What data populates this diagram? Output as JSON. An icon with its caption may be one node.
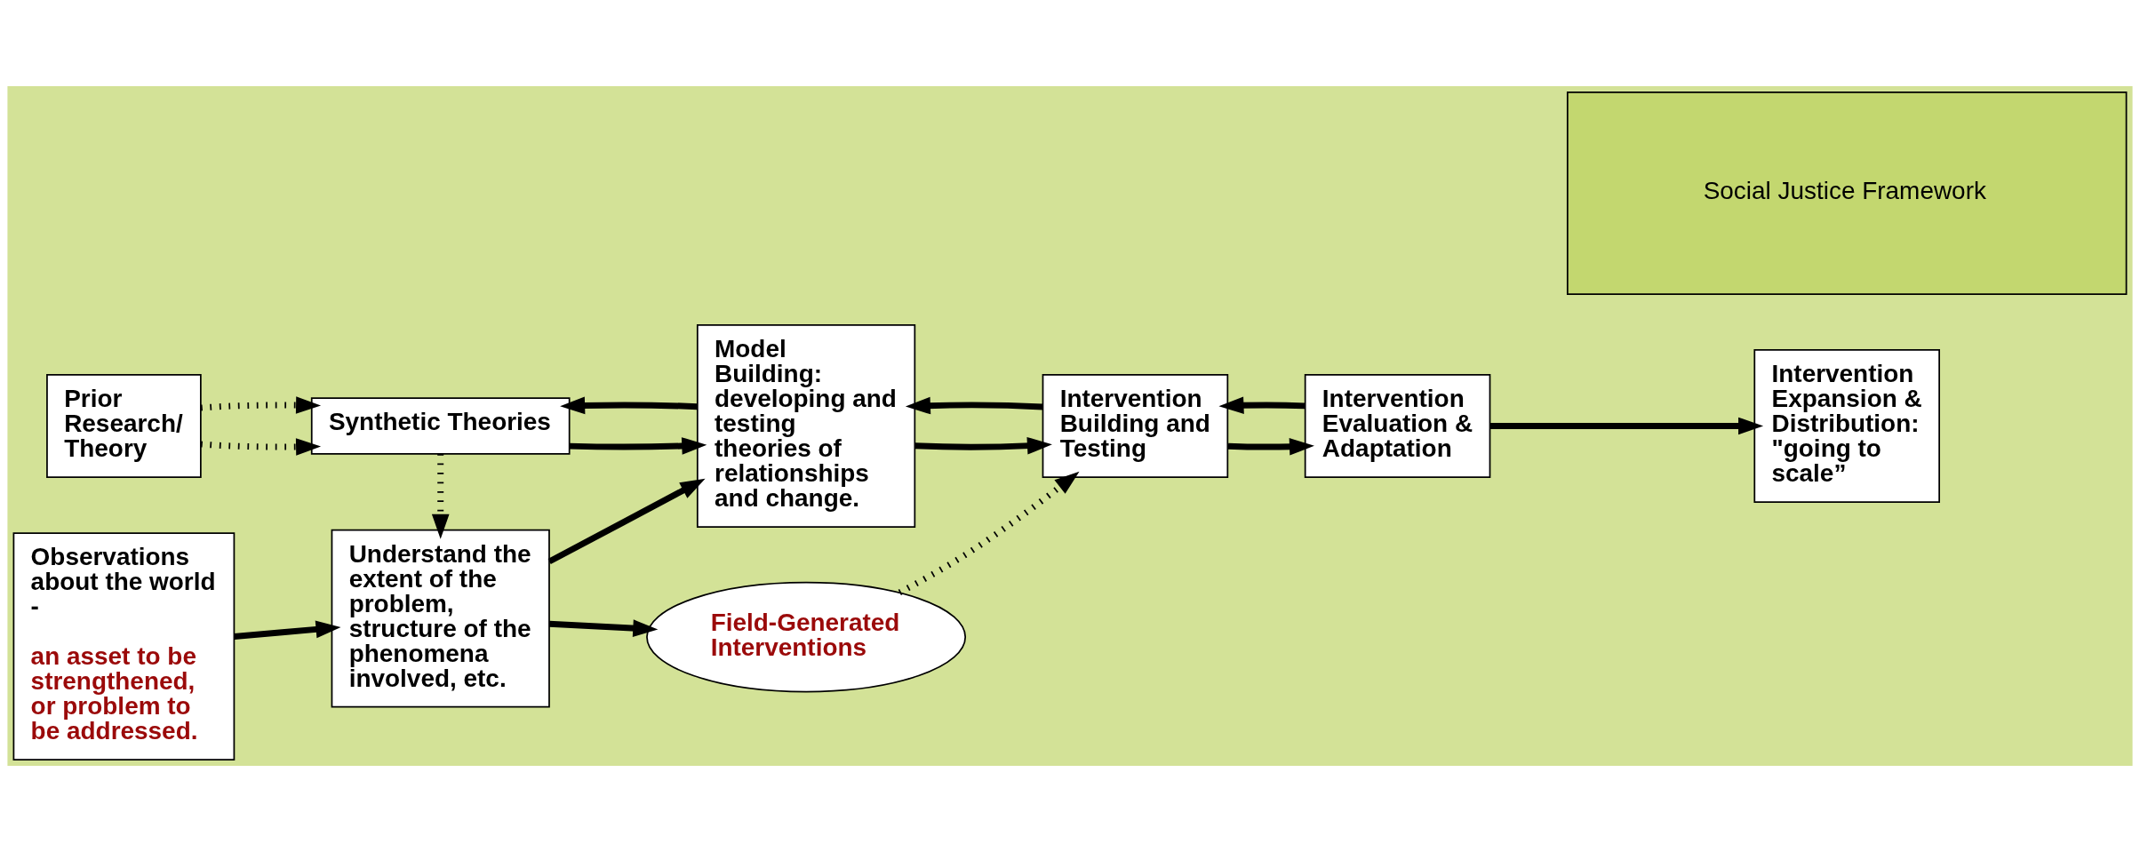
{
  "diagram": {
    "nodes": [
      {
        "text": [
          "Prior Research/ Theory"
        ]
      },
      {
        "text": [
          "Synthetic Theories"
        ]
      },
      {
        "text": [
          "Observations about the world -",
          "an asset to be strengthened, or problem to be addressed."
        ]
      },
      {
        "text": [
          "Understand the extent of the problem, structure of the phenomena involved, etc."
        ]
      },
      {
        "text": [
          "Model Building: developing and testing theories of relationships and change."
        ]
      },
      {
        "text": [
          "Intervention Building and Testing"
        ]
      },
      {
        "text": [
          "Intervention Evaluation & Adaptation"
        ]
      },
      {
        "text": [
          "Intervention Expansion & Distribution: \"going to scale”"
        ]
      },
      {
        "text": [
          "Field-Generated Interventions"
        ]
      },
      {
        "text": [
          "Social Justice Framework"
        ]
      }
    ],
    "edges": [
      {
        "from": 0,
        "to": 1,
        "arrow": "to",
        "style": "dashed"
      },
      {
        "from": 0,
        "to": 1,
        "arrow": "to",
        "style": "dashed"
      },
      {
        "from": 1,
        "to": 3,
        "arrow": "to",
        "style": "dashed"
      },
      {
        "from": 2,
        "to": 3,
        "arrow": "to"
      },
      {
        "from": 3,
        "to": 4,
        "arrow": "to"
      },
      {
        "from": 4,
        "to": 1,
        "arrow": "to"
      },
      {
        "from": 1,
        "to": 4,
        "arrow": "to"
      },
      {
        "from": 4,
        "to": 5,
        "arrow": "to"
      },
      {
        "from": 5,
        "to": 4,
        "arrow": "to"
      },
      {
        "from": 5,
        "to": 6,
        "arrow": "to"
      },
      {
        "from": 6,
        "to": 5,
        "arrow": "to"
      },
      {
        "from": 6,
        "to": 7,
        "arrow": "to"
      },
      {
        "from": 3,
        "to": 8,
        "arrow": "to"
      },
      {
        "from": 8,
        "to": 5,
        "arrow": "to",
        "style": "dashed"
      }
    ]
  }
}
